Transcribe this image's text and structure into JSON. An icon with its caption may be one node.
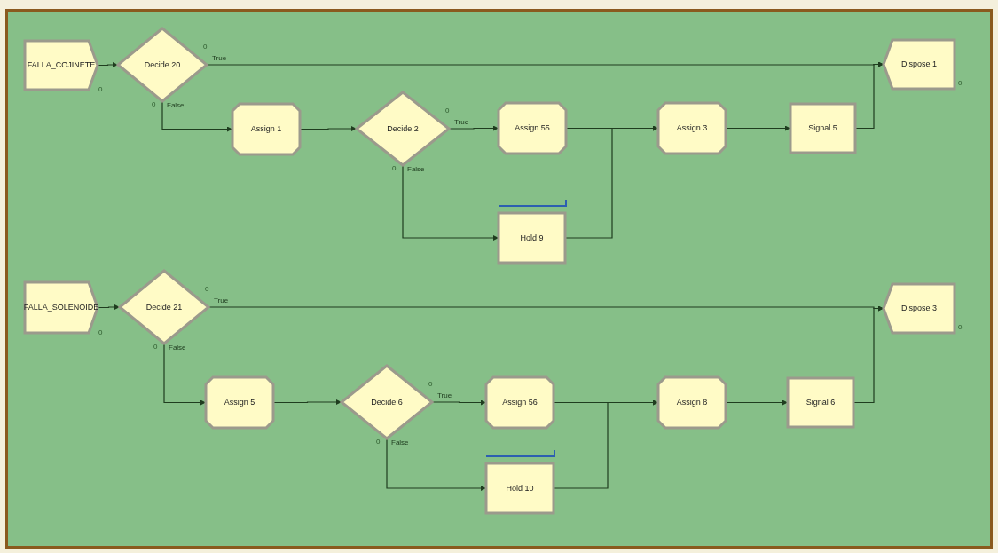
{
  "diagram": {
    "nodes": [
      {
        "text": [
          "FALLA_COJINETE"
        ],
        "beside": [
          "0"
        ]
      },
      {
        "text": [
          "Decide 20"
        ],
        "beside": [
          "0",
          "0"
        ]
      },
      {
        "text": [
          "Dispose 1"
        ],
        "beside": [
          "0"
        ]
      },
      {
        "text": [
          "Assign 1"
        ]
      },
      {
        "text": [
          "Decide 2"
        ],
        "beside": [
          "0",
          "0"
        ]
      },
      {
        "text": [
          "Assign 55"
        ]
      },
      {
        "text": [
          "Assign 3"
        ]
      },
      {
        "text": [
          "Signal 5"
        ]
      },
      {
        "text": [
          "Hold 9"
        ]
      },
      {
        "text": [
          "FALLA_SOLENOIDE"
        ],
        "beside": [
          "0"
        ]
      },
      {
        "text": [
          "Decide 21"
        ],
        "beside": [
          "0",
          "0"
        ]
      },
      {
        "text": [
          "Dispose 3"
        ],
        "beside": [
          "0"
        ]
      },
      {
        "text": [
          "Assign 5"
        ]
      },
      {
        "text": [
          "Decide 6"
        ],
        "beside": [
          "0",
          "0"
        ]
      },
      {
        "text": [
          "Assign 56"
        ]
      },
      {
        "text": [
          "Assign 8"
        ]
      },
      {
        "text": [
          "Signal 6"
        ]
      },
      {
        "text": [
          "Hold 10"
        ]
      }
    ],
    "edges": [
      {
        "from": 0,
        "to": 1,
        "arrow": "to"
      },
      {
        "from": 1,
        "to": 2,
        "arrow": "to",
        "label": "True"
      },
      {
        "from": 1,
        "to": 3,
        "arrow": "to",
        "label": "False"
      },
      {
        "from": 3,
        "to": 4,
        "arrow": "to"
      },
      {
        "from": 4,
        "to": 5,
        "arrow": "to",
        "label": "True"
      },
      {
        "from": 4,
        "to": 8,
        "arrow": "to",
        "label": "False"
      },
      {
        "from": 5,
        "to": 6,
        "arrow": "to"
      },
      {
        "from": 8,
        "to": 6,
        "arrow": "to"
      },
      {
        "from": 6,
        "to": 7,
        "arrow": "to"
      },
      {
        "from": 7,
        "to": 2,
        "arrow": "to"
      },
      {
        "from": 9,
        "to": 10,
        "arrow": "to"
      },
      {
        "from": 10,
        "to": 11,
        "arrow": "to",
        "label": "True"
      },
      {
        "from": 10,
        "to": 12,
        "arrow": "to",
        "label": "False"
      },
      {
        "from": 12,
        "to": 13,
        "arrow": "to"
      },
      {
        "from": 13,
        "to": 14,
        "arrow": "to",
        "label": "True"
      },
      {
        "from": 13,
        "to": 17,
        "arrow": "to",
        "label": "False"
      },
      {
        "from": 14,
        "to": 15,
        "arrow": "to"
      },
      {
        "from": 17,
        "to": 15,
        "arrow": "to"
      },
      {
        "from": 15,
        "to": 16,
        "arrow": "to"
      },
      {
        "from": 16,
        "to": 11,
        "arrow": "to"
      }
    ]
  }
}
